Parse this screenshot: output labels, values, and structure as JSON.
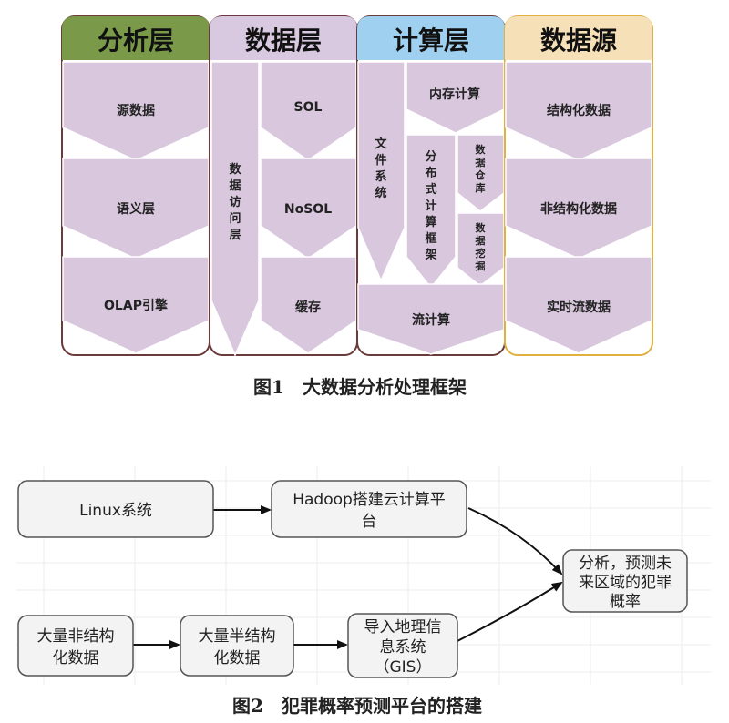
{
  "figure1": {
    "columns": {
      "analysis": {
        "title": "分析层",
        "items": [
          "源数据",
          "语义层",
          "OLAP引擎"
        ]
      },
      "data": {
        "title": "数据层",
        "side": [
          "数",
          "据",
          "访",
          "问",
          "层"
        ],
        "items": [
          "SOL",
          "NoSOL",
          "缓存"
        ]
      },
      "compute": {
        "title": "计算层",
        "memory": "内存计算",
        "filesystem": [
          "文",
          "件",
          "系",
          "统"
        ],
        "distributed": [
          "分",
          "布",
          "式",
          "计",
          "算",
          "框",
          "架"
        ],
        "warehouse": [
          "数",
          "据",
          "仓",
          "库"
        ],
        "mining": [
          "数",
          "据",
          "挖",
          "掘"
        ],
        "stream": "流计算"
      },
      "source": {
        "title": "数据源",
        "items": [
          "结构化数据",
          "非结构化数据",
          "实时流数据"
        ]
      }
    },
    "caption": "图1　大数据分析处理框架",
    "colors": {
      "analysis": "#5a7a3a",
      "data": "#d8c8e0",
      "compute": "#9fd0f0",
      "source": "#f5e0b8",
      "chevron": "#d9c7de"
    }
  },
  "figure2": {
    "nodes": {
      "linux": [
        "Linux系统"
      ],
      "hadoop": [
        "Hadoop搭建云计算平",
        "台"
      ],
      "result": [
        "分析，预测未",
        "来区域的犯罪",
        "概率"
      ],
      "unstructured": [
        "大量非结构",
        "化数据"
      ],
      "semistructured": [
        "大量半结构",
        "化数据"
      ],
      "gis": [
        "导入地理信",
        "息系统",
        "（GIS）"
      ]
    },
    "caption": "图2　犯罪概率预测平台的搭建"
  }
}
